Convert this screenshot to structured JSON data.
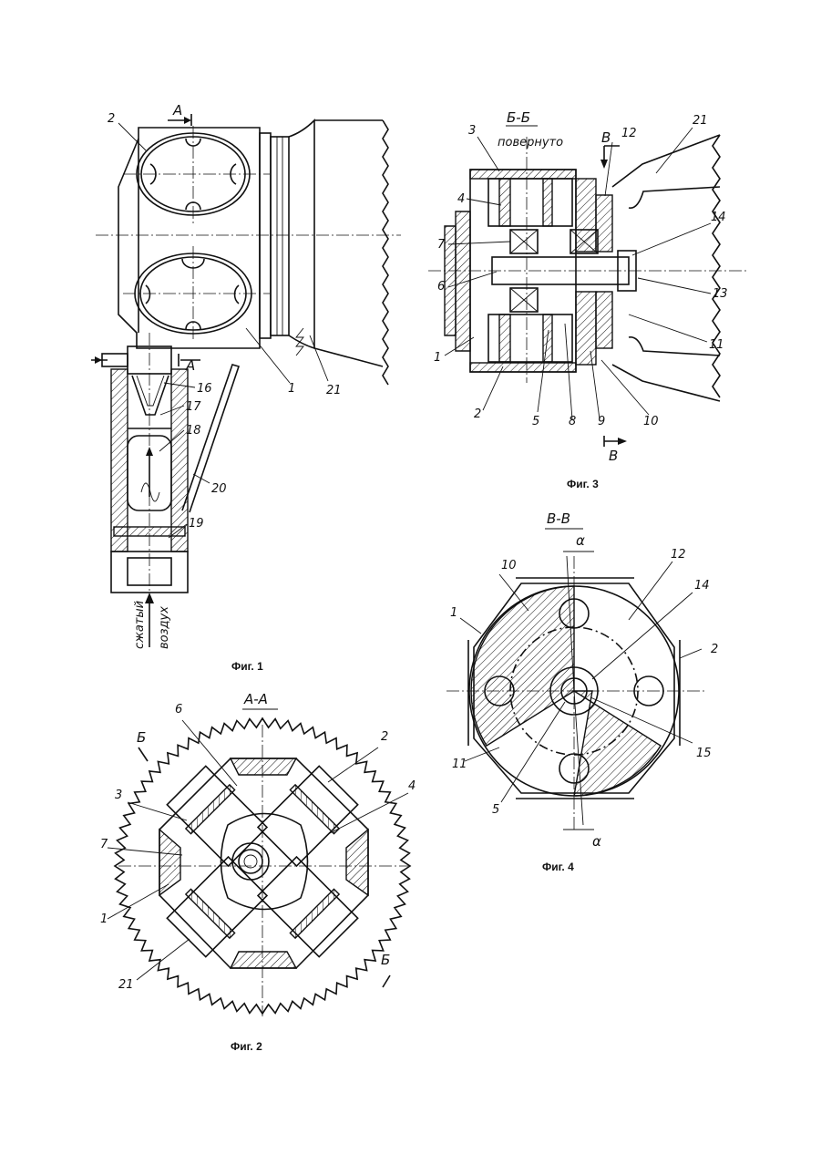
{
  "figures": {
    "fig1": {
      "caption": "Фиг. 1",
      "section_marks": [
        "А",
        "А"
      ],
      "labels": [
        "2",
        "1",
        "21",
        "16",
        "17",
        "18",
        "20",
        "19"
      ],
      "air_text": [
        "сжатый",
        "воздух"
      ]
    },
    "fig2": {
      "caption": "Фиг. 2",
      "section_title": "А-А",
      "section_marks": [
        "Б",
        "Б"
      ],
      "labels": [
        "6",
        "2",
        "3",
        "4",
        "7",
        "1",
        "21"
      ]
    },
    "fig3": {
      "caption": "Фиг. 3",
      "section_title": "Б-Б",
      "section_subtitle": "повернуто",
      "section_marks": [
        "В",
        "В"
      ],
      "labels": [
        "3",
        "12",
        "21",
        "4",
        "14",
        "7",
        "6",
        "13",
        "1",
        "11",
        "2",
        "5",
        "8",
        "9",
        "10"
      ]
    },
    "fig4": {
      "caption": "Фиг. 4",
      "section_title": "В-В",
      "angle_symbol": "α",
      "labels": [
        "10",
        "12",
        "14",
        "1",
        "2",
        "11",
        "15",
        "5"
      ]
    }
  },
  "colors": {
    "ink": "#111111",
    "paper": "#ffffff"
  }
}
